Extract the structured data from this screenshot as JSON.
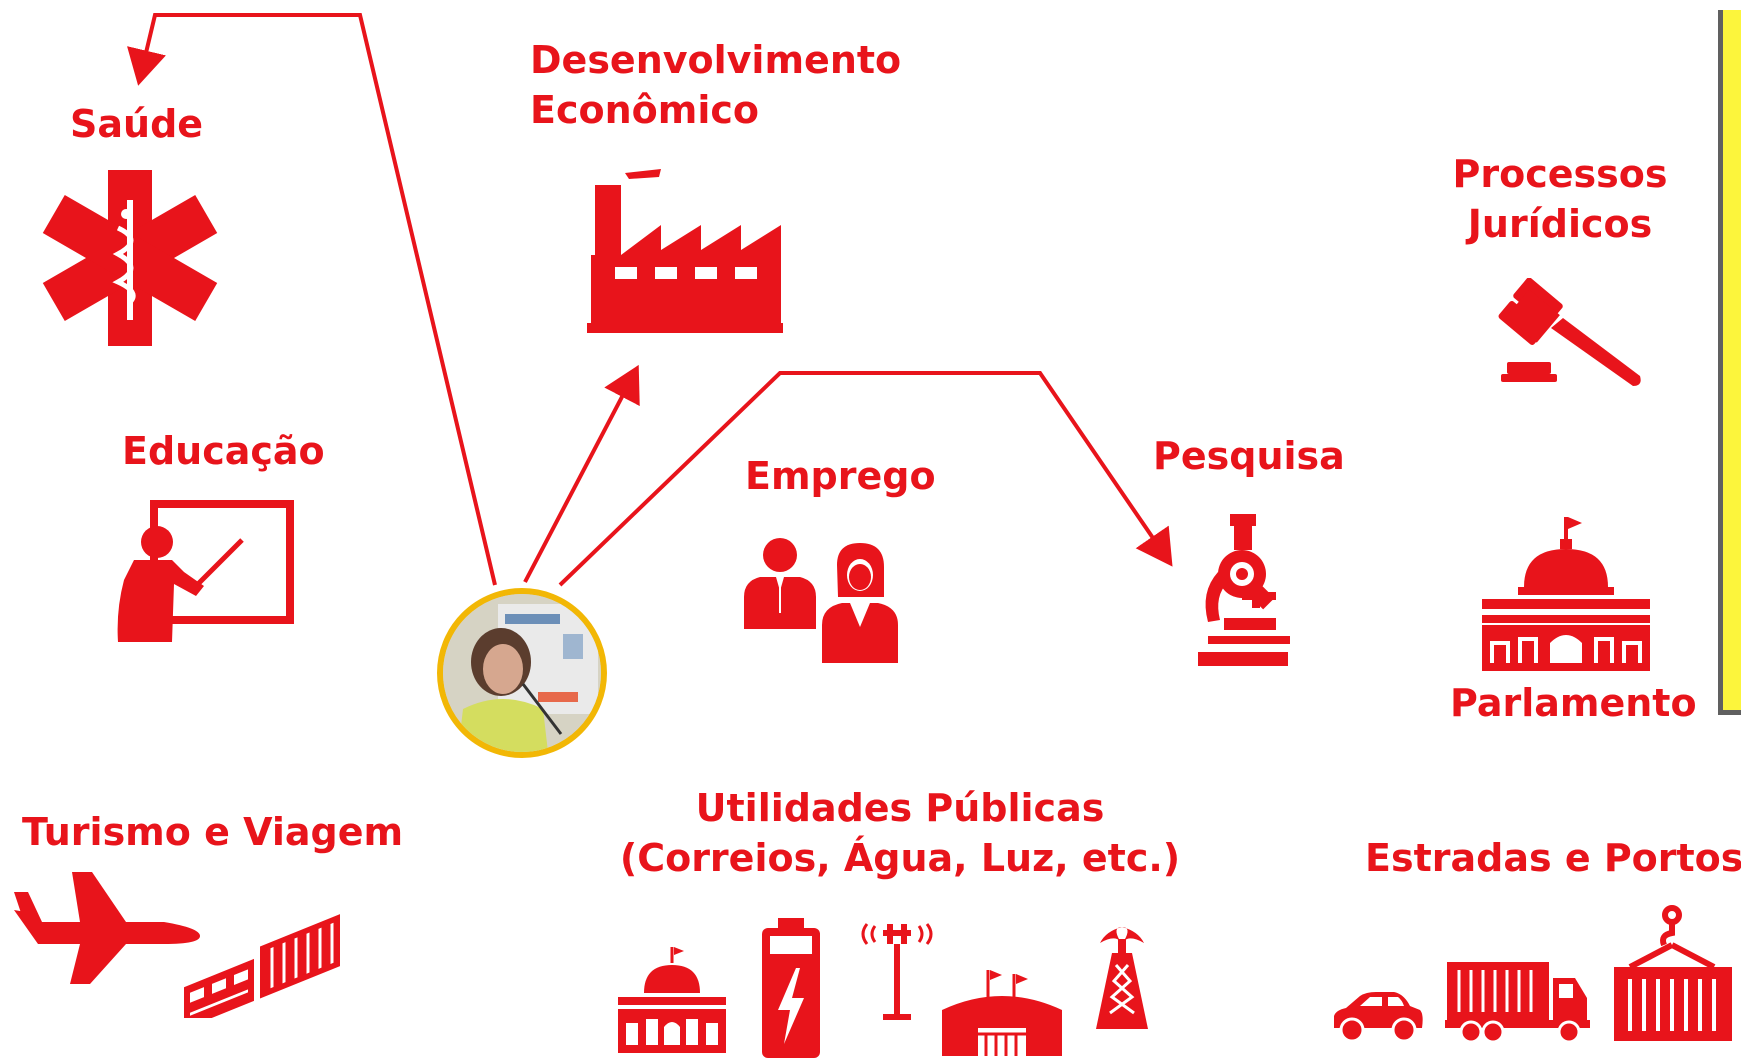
{
  "labels": {
    "saude": "Saúde",
    "desenvolvimento_1": "Desenvolvimento",
    "desenvolvimento_2": "Econômico",
    "processos_1": "Processos",
    "processos_2": "Jurídicos",
    "educacao": "Educação",
    "emprego": "Emprego",
    "pesquisa": "Pesquisa",
    "parlamento": "Parlamento",
    "turismo": "Turismo e Viagem",
    "utilidades_1": "Utilidades Públicas",
    "utilidades_2": "(Correios, Água, Luz, etc.)",
    "estradas": "Estradas e Portos"
  },
  "icons": {
    "saude": "star-of-life-icon",
    "desenvolvimento": "factory-icon",
    "processos": "gavel-icon",
    "educacao": "teacher-board-icon",
    "emprego": "businessman-businesswoman-icon",
    "pesquisa": "microscope-icon",
    "parlamento": "parliament-building-icon",
    "turismo": [
      "airplane-icon",
      "train-icon"
    ],
    "utilidades": [
      "capitol-icon",
      "battery-icon",
      "antenna-tower-icon",
      "warehouse-icon",
      "oil-rig-icon"
    ],
    "estradas": [
      "car-icon",
      "truck-icon",
      "shipping-container-icon"
    ]
  },
  "colors": {
    "accent": "#e8141b",
    "photo_border": "#f2b705",
    "side_panel": "#fcf53c"
  }
}
